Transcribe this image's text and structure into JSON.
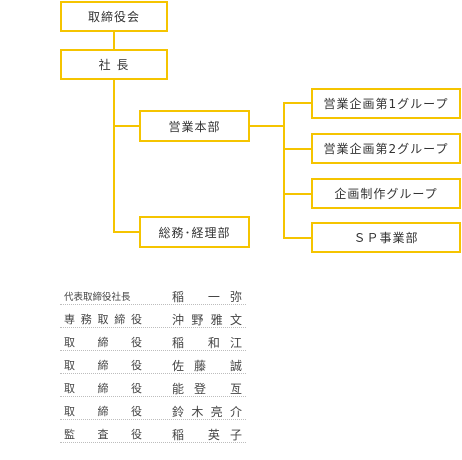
{
  "org_chart": {
    "board": "取締役会",
    "president": "社 長",
    "sales_hq": "営業本部",
    "admin_dept": "総務･経理部",
    "sales_group_1": "営業企画第1グループ",
    "sales_group_2": "営業企画第2グループ",
    "planning_group": "企画制作グループ",
    "sp_dept": "ＳＰ事業部"
  },
  "accent_color": "#f5c400",
  "executives": [
    {
      "title": "代表取締役社長",
      "name": "稲　一弥"
    },
    {
      "title": "専務取締役",
      "name": "沖野雅文"
    },
    {
      "title": "取締役",
      "name": "稲　和江"
    },
    {
      "title": "取締役",
      "name": "佐藤　誠"
    },
    {
      "title": "取締役",
      "name": "能登　亙"
    },
    {
      "title": "取締役",
      "name": "鈴木亮介"
    },
    {
      "title": "監査役",
      "name": "稲　英子"
    }
  ]
}
